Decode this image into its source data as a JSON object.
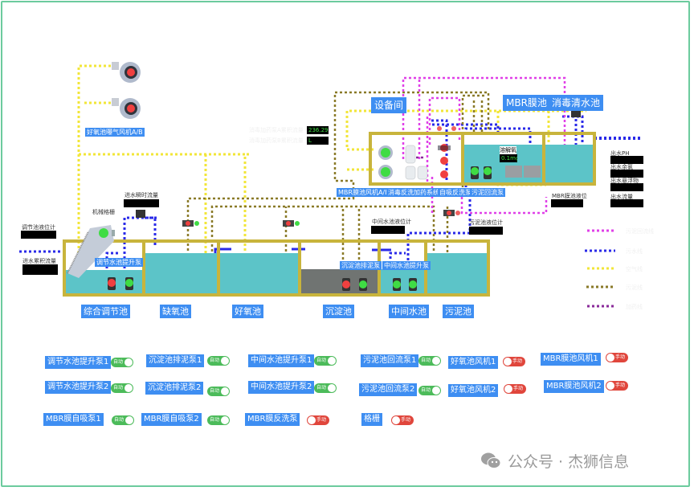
{
  "colors": {
    "frame": "#6ccb9e",
    "tank_wall": "#c8b43c",
    "water": "#5cc4c8",
    "sludge": "#707472",
    "label_bg": "#3e8ef2",
    "pipe_sludge_return": "#e040e8",
    "pipe_sewage": "#2a2ae8",
    "pipe_air": "#f2e638",
    "pipe_sludge": "#8a7a28",
    "pipe_dosing": "#8a2a9a",
    "toggle_auto": "#4cbb5a",
    "toggle_manual": "#e0463c"
  },
  "blowers": {
    "label": "好氧池曝气风机A/B"
  },
  "screen": {
    "label": "机械格栅"
  },
  "instruments": {
    "inflow_rate": {
      "label": "进水瞬时流量",
      "value": ""
    },
    "reg_level": {
      "label": "调节池液位计",
      "value": ""
    },
    "inflow_total": {
      "label": "进水累积流量",
      "value": ""
    },
    "dosing_a": {
      "label": "消毒加药泵A累积流量",
      "value": "236.29L"
    },
    "dosing_b": {
      "label": "消毒加药泵B累积流量",
      "value": "L"
    },
    "mid_level": {
      "label": "中间水池液位计",
      "value": ""
    },
    "sludge_level": {
      "label": "污泥池液位计",
      "value": ""
    },
    "do": {
      "label": "溶解氧",
      "value": "0.1mg/l"
    },
    "mbr_level": {
      "label": "MBR膜池液位",
      "value": ""
    },
    "out_ph": {
      "label": "出水PH",
      "value": ""
    },
    "out_cl": {
      "label": "出水余氯",
      "value": ""
    },
    "out_ss": {
      "label": "出水悬浮物",
      "value": ""
    },
    "out_flow": {
      "label": "出水流量",
      "value": ""
    }
  },
  "equipment_room": {
    "title": "设备间",
    "labels": [
      "MBR膜池风机A/B",
      "消毒反洗加药系统",
      "自吸反洗泵",
      "污泥回流泵"
    ]
  },
  "tank_titles": {
    "mbr": "MBR膜池",
    "clean": "消毒清水池"
  },
  "pump_labels": {
    "reg": "调节水池提升泵",
    "sed": "沉淀池排泥泵",
    "mid": "中间水池提升泵"
  },
  "tanks": [
    "综合调节池",
    "缺氧池",
    "好氧池",
    "沉淀池",
    "中间水池",
    "污泥池"
  ],
  "legend": [
    {
      "label": "污泥回流线",
      "color": "#e040e8"
    },
    {
      "label": "污水线",
      "color": "#2a2ae8"
    },
    {
      "label": "空气线",
      "color": "#f2e638"
    },
    {
      "label": "污泥线",
      "color": "#8a7a28"
    },
    {
      "label": "加药线",
      "color": "#8a2a9a"
    }
  ],
  "controls": [
    {
      "label": "调节水池提升泵1",
      "mode": "自动",
      "on": true
    },
    {
      "label": "沉淀池排泥泵1",
      "mode": "自动",
      "on": true
    },
    {
      "label": "中间水池提升泵1",
      "mode": "自动",
      "on": true
    },
    {
      "label": "污泥池回流泵1",
      "mode": "自动",
      "on": true
    },
    {
      "label": "好氧池风机1",
      "mode": "手动",
      "on": false
    },
    {
      "label": "MBR膜池风机1",
      "mode": "手动",
      "on": false
    },
    {
      "label": "调节水池提升泵2",
      "mode": "自动",
      "on": true
    },
    {
      "label": "沉淀池排泥泵2",
      "mode": "自动",
      "on": true
    },
    {
      "label": "中间水池提升泵2",
      "mode": "自动",
      "on": true
    },
    {
      "label": "污泥池回流泵2",
      "mode": "自动",
      "on": true
    },
    {
      "label": "好氧池风机2",
      "mode": "手动",
      "on": false
    },
    {
      "label": "MBR膜池风机2",
      "mode": "手动",
      "on": false
    },
    {
      "label": "MBR膜自吸泵1",
      "mode": "自动",
      "on": true
    },
    {
      "label": "MBR膜自吸泵2",
      "mode": "自动",
      "on": true
    },
    {
      "label": "MBR膜反洗泵",
      "mode": "手动",
      "on": false
    },
    {
      "label": "格栅",
      "mode": "手动",
      "on": false
    }
  ],
  "watermark": "公众号 · 杰狮信息"
}
